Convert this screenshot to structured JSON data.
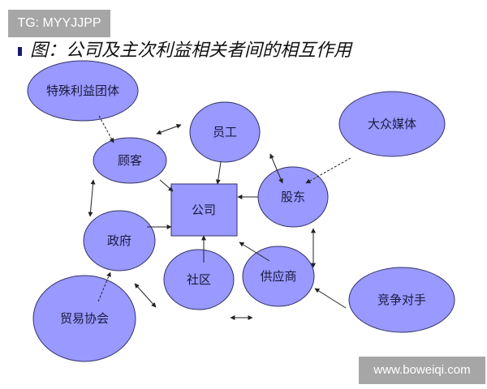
{
  "watermark_top": "TG: MYYJJPP",
  "watermark_bottom": "www.boweiqi.com",
  "title": "图：公司及主次利益相关者间的相互作用",
  "colors": {
    "node_fill": "#9999ff",
    "node_stroke": "#333366",
    "arrow": "#222222"
  },
  "nodes": {
    "company": "公司",
    "special_interest": "特殊利益团体",
    "employees": "员工",
    "media": "大众媒体",
    "customers": "顾客",
    "shareholders": "股东",
    "government": "政府",
    "community": "社区",
    "suppliers": "供应商",
    "competitors": "竞争对手",
    "trade_assoc": "贸易协会"
  }
}
